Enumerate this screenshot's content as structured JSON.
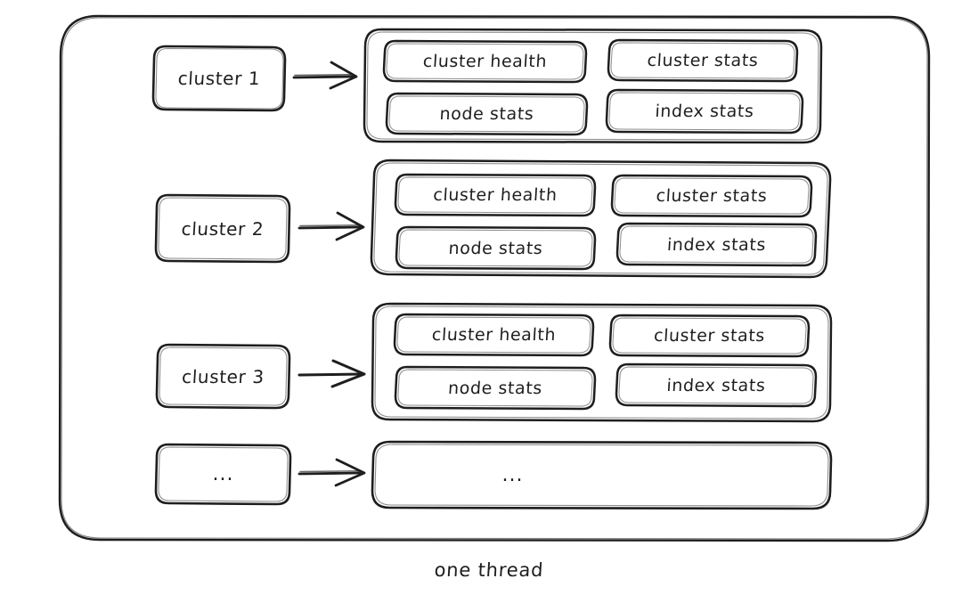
{
  "diagram": {
    "title_caption": "one thread",
    "stroke_color": "#1e1e1e",
    "background_color": "#ffffff",
    "style": "hand-drawn",
    "outer_container_label": "",
    "rows": [
      {
        "source_label": "cluster 1",
        "tasks": [
          "cluster health",
          "cluster stats",
          "node stats",
          "index stats"
        ]
      },
      {
        "source_label": "cluster 2",
        "tasks": [
          "cluster health",
          "cluster stats",
          "node stats",
          "index stats"
        ]
      },
      {
        "source_label": "cluster 3",
        "tasks": [
          "cluster health",
          "cluster stats",
          "node stats",
          "index stats"
        ]
      },
      {
        "source_label": "...",
        "tasks": [
          "..."
        ]
      }
    ]
  }
}
